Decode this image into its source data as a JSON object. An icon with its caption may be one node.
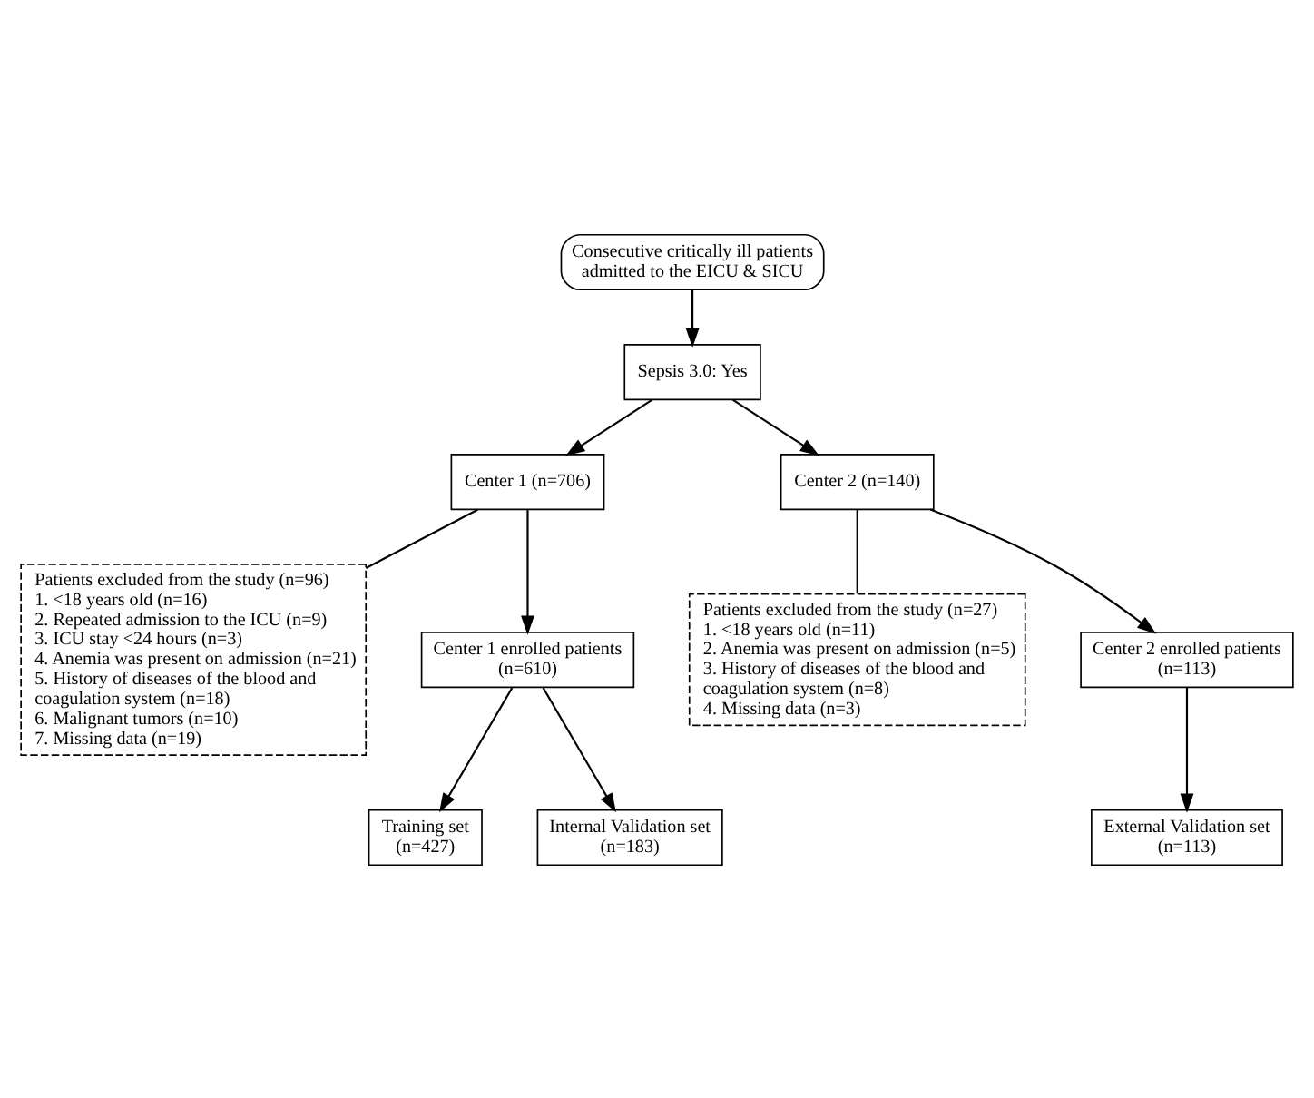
{
  "diagram": {
    "nodes": [
      {
        "text": [
          "Consecutive critically ill patients admitted to the EICU & SICU"
        ]
      },
      {
        "text": [
          "Sepsis 3.0: Yes"
        ]
      },
      {
        "text": [
          "Center 1 (n=706)"
        ]
      },
      {
        "text": [
          "Center 2 (n=140)"
        ]
      },
      {
        "text": [
          "Patients excluded from the study (n=96)",
          "1. <18 years old (n=16)",
          "2. Repeated admission to the ICU (n=9)",
          "3. ICU stay <24 hours (n=3)",
          "4. Anemia was present on admission (n=21)",
          "5. History of diseases of the blood and coagulation system (n=18)",
          "6. Malignant tumors (n=10)",
          "7. Missing data (n=19)"
        ]
      },
      {
        "text": [
          "Patients excluded from the study (n=27)",
          "1. <18 years old (n=11)",
          "2. Anemia was present on admission (n=5)",
          "3. History of diseases of the blood and coagulation system (n=8)",
          "4. Missing data (n=3)"
        ]
      },
      {
        "text": [
          "Center 1 enrolled patients (n=610)"
        ]
      },
      {
        "text": [
          "Center 2 enrolled patients (n=113)"
        ]
      },
      {
        "text": [
          "Training set (n=427)"
        ]
      },
      {
        "text": [
          "Internal Validation set (n=183)"
        ]
      },
      {
        "text": [
          "External Validation set (n=113)"
        ]
      }
    ],
    "edges": [
      {
        "from": 0,
        "to": 1,
        "arrow": "to"
      },
      {
        "from": 1,
        "to": 2,
        "arrow": "to"
      },
      {
        "from": 1,
        "to": 3,
        "arrow": "to"
      },
      {
        "from": 2,
        "to": 4,
        "arrow": "none"
      },
      {
        "from": 3,
        "to": 5,
        "arrow": "none"
      },
      {
        "from": 2,
        "to": 6,
        "arrow": "to"
      },
      {
        "from": 3,
        "to": 7,
        "arrow": "to"
      },
      {
        "from": 6,
        "to": 8,
        "arrow": "to"
      },
      {
        "from": 6,
        "to": 9,
        "arrow": "to"
      },
      {
        "from": 7,
        "to": 10,
        "arrow": "to"
      }
    ]
  }
}
